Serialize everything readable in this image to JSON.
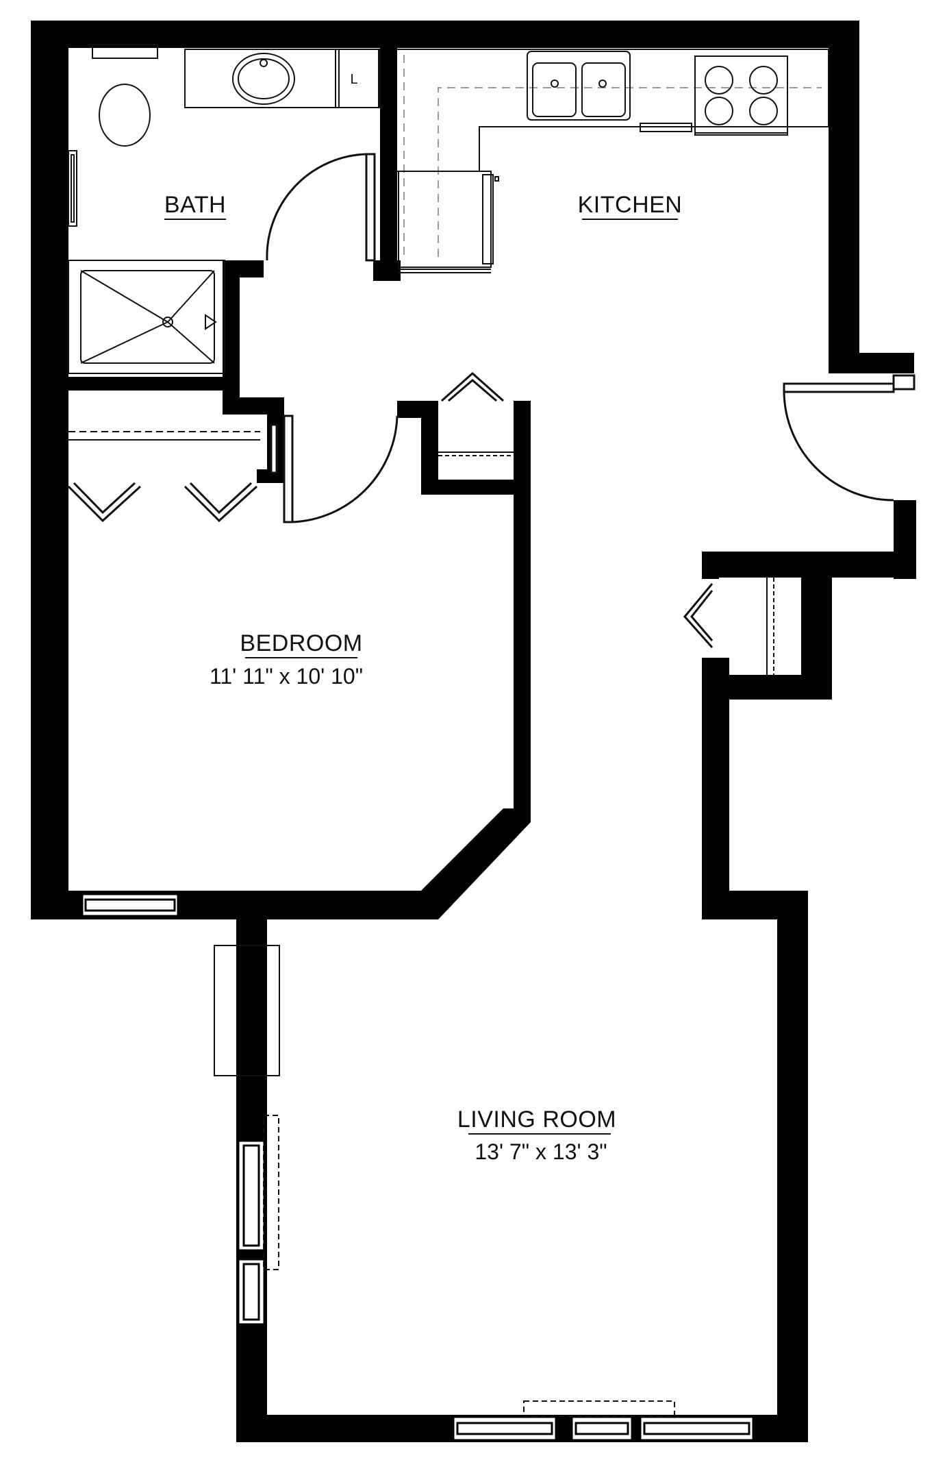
{
  "rooms": {
    "bath": {
      "name": "BATH"
    },
    "kitchen": {
      "name": "KITCHEN"
    },
    "bedroom": {
      "name": "BEDROOM",
      "dimensions": "11' 11\" x 10' 10\""
    },
    "living_room": {
      "name": "LIVING ROOM",
      "dimensions": "13' 7\" x 13' 3\""
    }
  },
  "fixtures": {
    "linen_label": "L"
  },
  "colors": {
    "wall": "#000000",
    "background": "#ffffff",
    "fixture_line": "#111111",
    "dashed_line": "#9a9a9a"
  }
}
